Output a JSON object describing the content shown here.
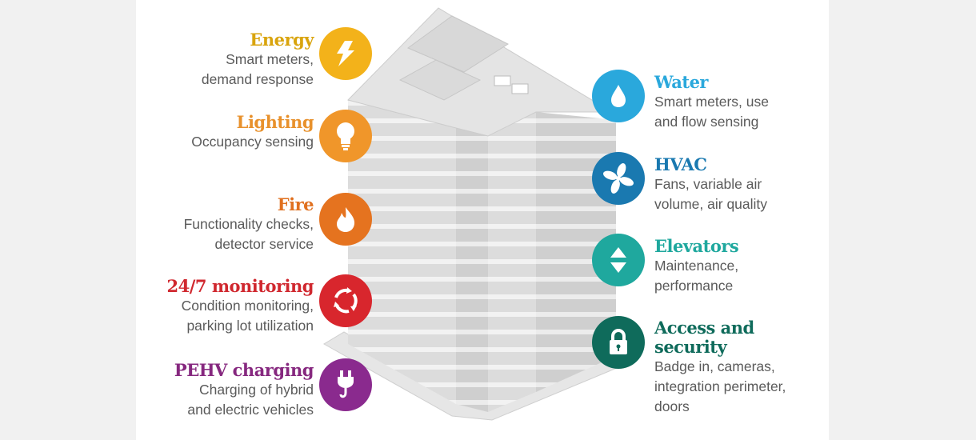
{
  "left_items": [
    {
      "title": "Energy",
      "desc": [
        "Smart meters,",
        "demand response"
      ],
      "color": "#d9a40d",
      "circle": "#f3b21a",
      "icon": "lightning-icon"
    },
    {
      "title": "Lighting",
      "desc": [
        "Occupancy sensing"
      ],
      "color": "#e8912c",
      "circle": "#f0962a",
      "icon": "light-bulb-icon"
    },
    {
      "title": "Fire",
      "desc": [
        "Functionality checks,",
        "detector service"
      ],
      "color": "#e0701f",
      "circle": "#e5731f",
      "icon": "flame-icon"
    },
    {
      "title": "24/7 monitoring",
      "desc": [
        "Condition monitoring,",
        "parking lot utilization"
      ],
      "color": "#d0282f",
      "circle": "#d8262d",
      "icon": "cycle-arrows-icon"
    },
    {
      "title": "PEHV charging",
      "desc": [
        "Charging of hybrid",
        "and electric vehicles"
      ],
      "color": "#86287f",
      "circle": "#8a2a8e",
      "icon": "plug-icon"
    }
  ],
  "right_items": [
    {
      "title": "Water",
      "desc": [
        "Smart meters, use",
        "and flow sensing"
      ],
      "color": "#2aa8dc",
      "circle": "#2aa8dc",
      "icon": "water-drop-icon"
    },
    {
      "title": "HVAC",
      "desc": [
        "Fans, variable air",
        "volume, air quality"
      ],
      "color": "#1a79b0",
      "circle": "#1a79b0",
      "icon": "fan-icon"
    },
    {
      "title": "Elevators",
      "desc": [
        "Maintenance,",
        "performance"
      ],
      "color": "#1fa89e",
      "circle": "#1fa89e",
      "icon": "elevator-arrows-icon"
    },
    {
      "title": "Access and security",
      "desc": [
        "Badge in, cameras,",
        "integration perimeter,",
        "doors"
      ],
      "color": "#0f6b5b",
      "circle": "#0f6b5b",
      "icon": "padlock-icon"
    }
  ]
}
